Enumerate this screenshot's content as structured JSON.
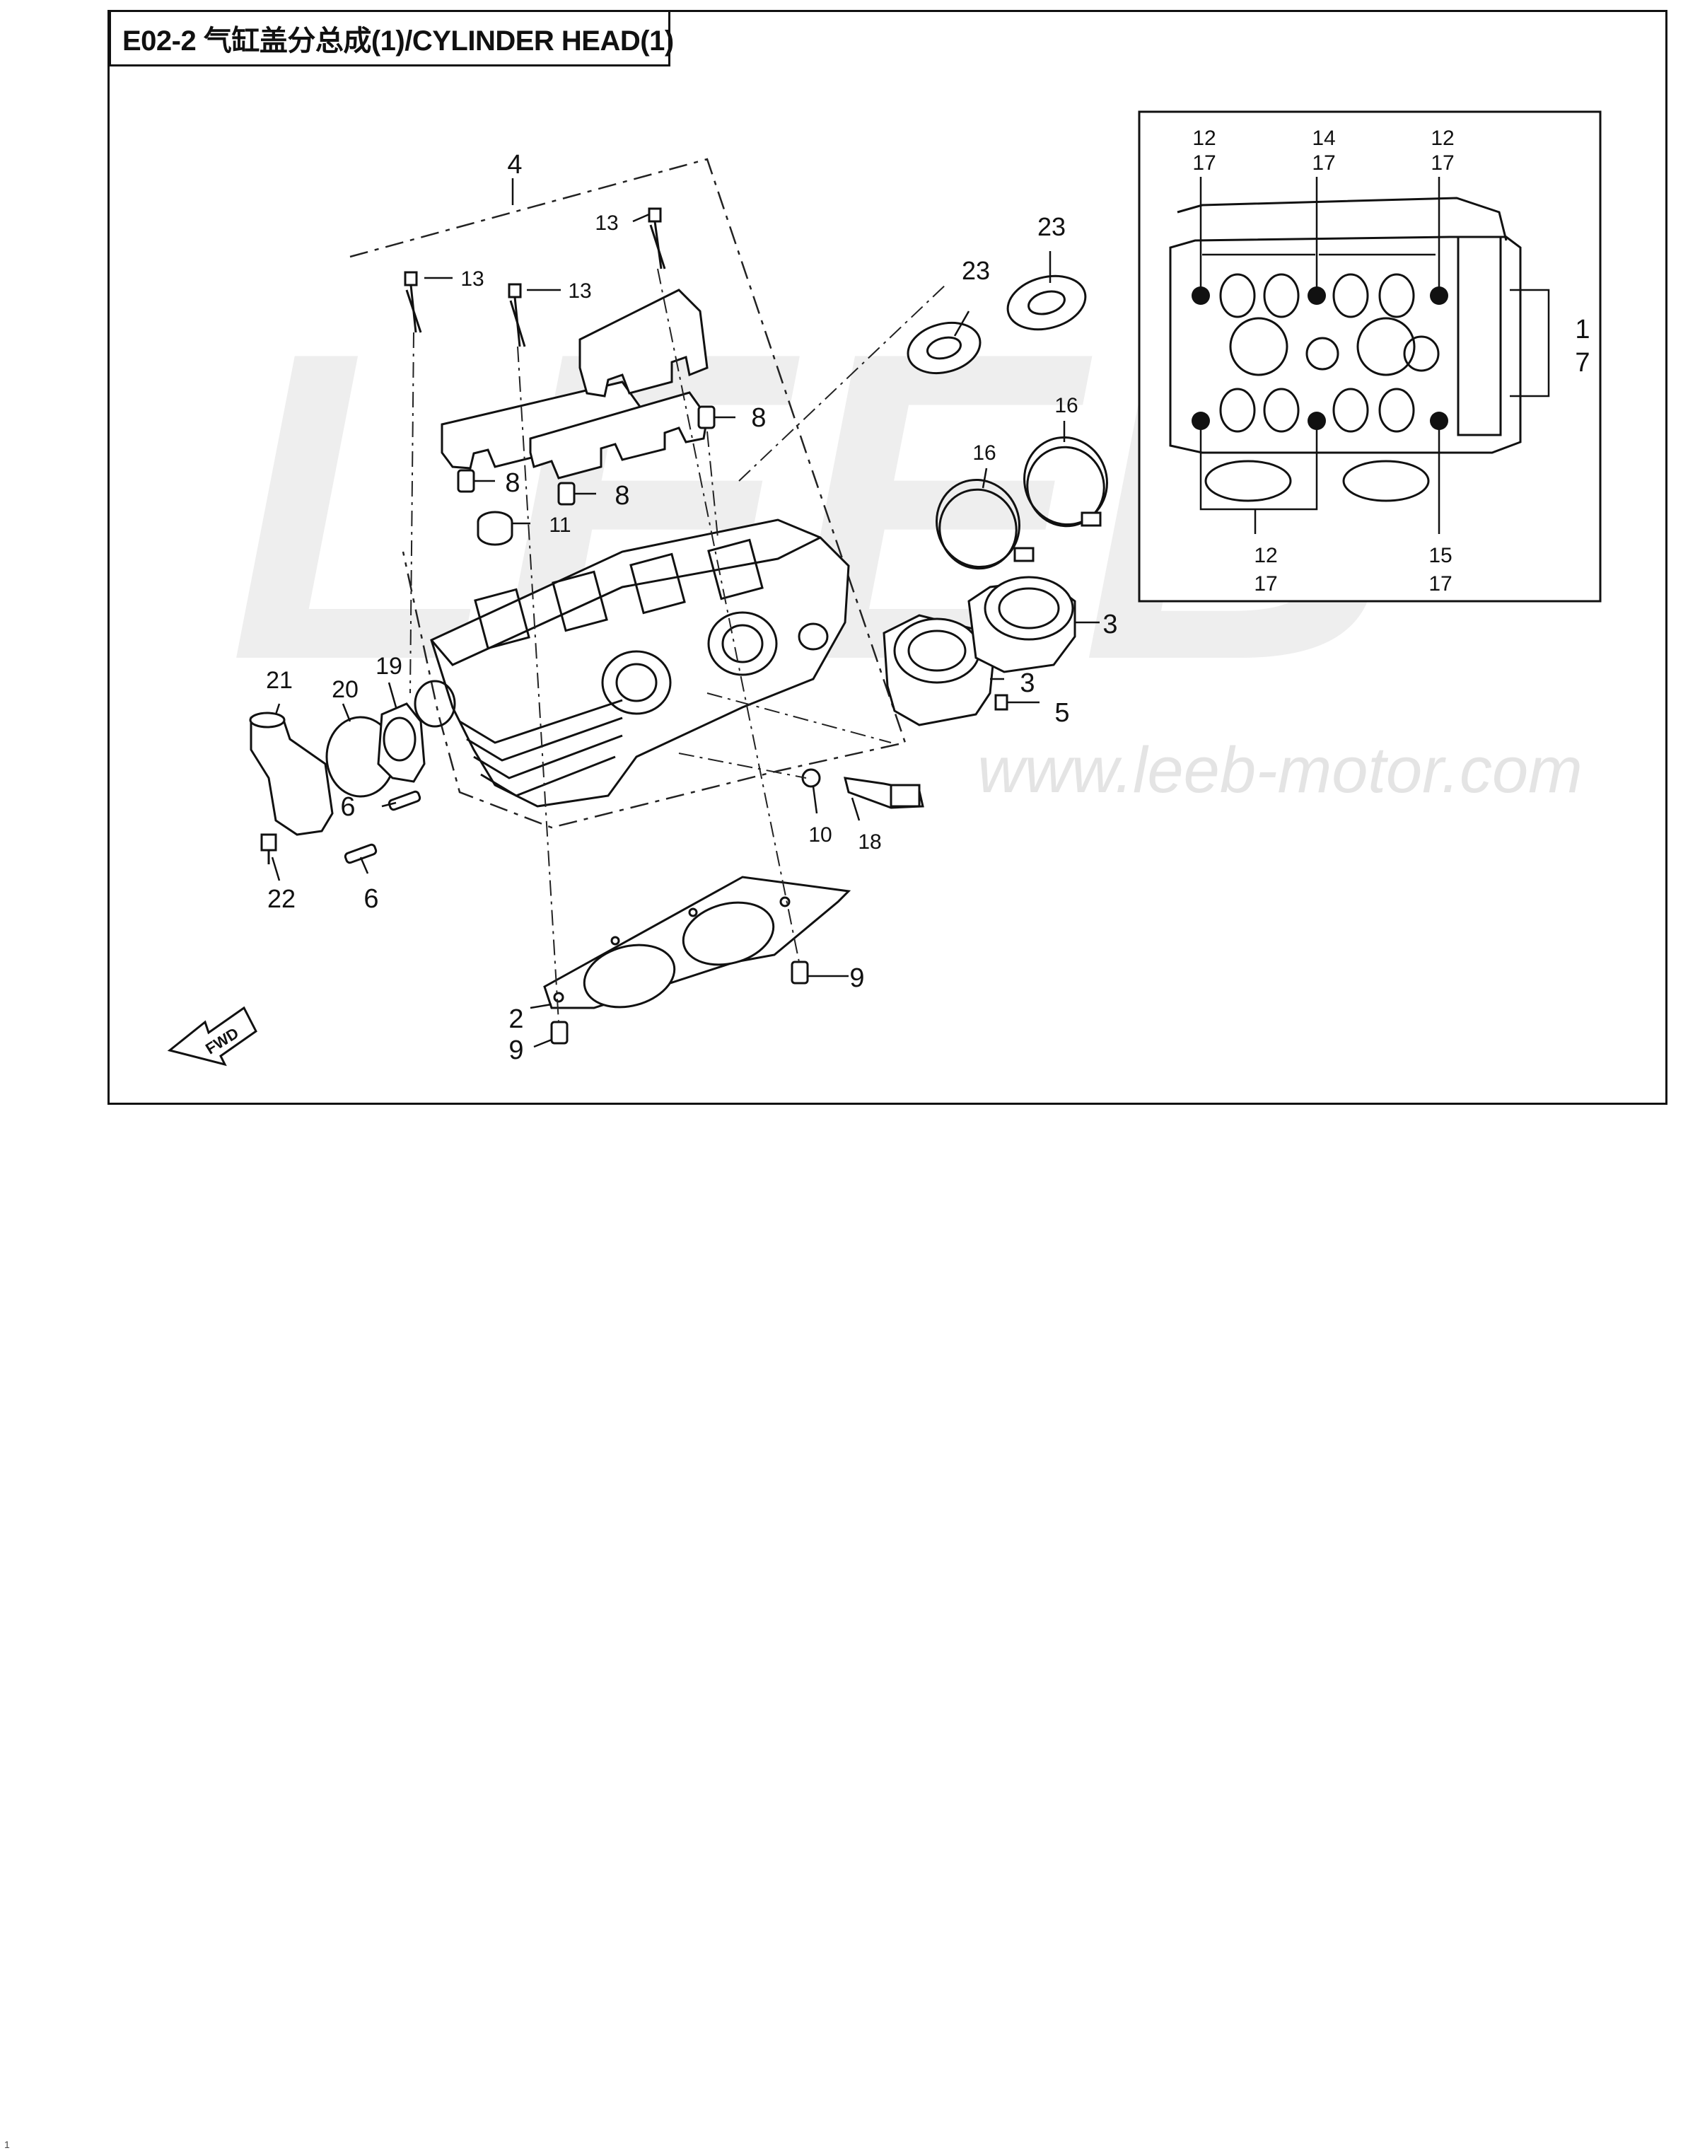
{
  "header": {
    "title": "E02-2 气缸盖分总成(1)/CYLINDER HEAD(1)"
  },
  "watermark": {
    "logo": "LEEB",
    "url": "www.leeb-motor.com"
  },
  "direction_label": "FWD",
  "callouts": {
    "c1": "1",
    "c2": "2",
    "c3a": "3",
    "c3b": "3",
    "c4": "4",
    "c5": "5",
    "c6a": "6",
    "c6b": "6",
    "c7": "7",
    "c8a": "8",
    "c8b": "8",
    "c8c": "8",
    "c9a": "9",
    "c9b": "9",
    "c10": "10",
    "c11": "11",
    "c12a": "12",
    "c12b": "12",
    "c12c": "12",
    "c13a": "13",
    "c13b": "13",
    "c13c": "13",
    "c14": "14",
    "c15": "15",
    "c16a": "16",
    "c16b": "16",
    "c17a": "17",
    "c17b": "17",
    "c17c": "17",
    "c17d": "17",
    "c17e": "17",
    "c18": "18",
    "c19": "19",
    "c20": "20",
    "c21": "21",
    "c22": "22",
    "c23a": "23",
    "c23b": "23"
  },
  "page_number": "1",
  "colors": {
    "line": "#111111",
    "watermark": "#ececec",
    "background": "#ffffff"
  }
}
